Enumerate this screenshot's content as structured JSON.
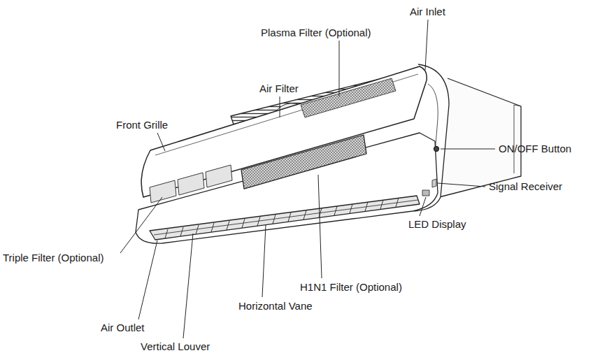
{
  "diagram": {
    "labels": [
      "Air Inlet",
      "Plasma Filter (Optional)",
      "Air Filter",
      "Front Grille",
      "ON/OFF Button",
      "Signal Receiver",
      "LED Display",
      "Triple Filter (Optional)",
      "H1N1 Filter (Optional)",
      "Horizontal Vane",
      "Air Outlet",
      "Vertical Louver"
    ]
  }
}
